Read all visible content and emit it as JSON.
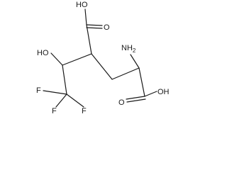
{
  "molecule": {
    "labels": {
      "oh_top": "HO",
      "oh_left": "HO",
      "nh2": "NH",
      "nh2_sub": "2",
      "oh_right": "OH",
      "o_top": "O",
      "o_bottom": "O",
      "f_a": "F",
      "f_b": "F",
      "f_c": "F"
    },
    "colors": {
      "bond": "#1a1a1a",
      "text": "#1a1a1a",
      "background": "#ffffff"
    }
  }
}
